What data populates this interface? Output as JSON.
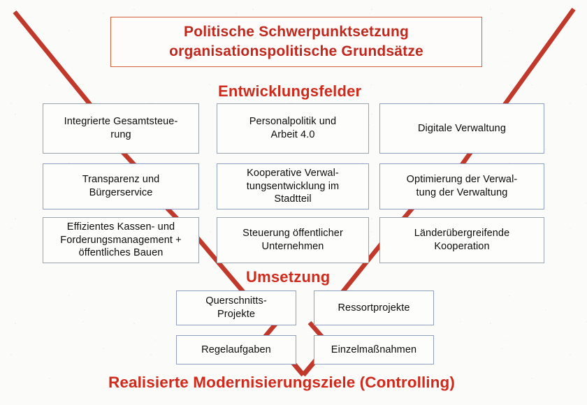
{
  "header": {
    "title_line1": "Politische Schwerpunktsetzung",
    "title_line2": "organisationspolitische Grundsätze"
  },
  "sections": {
    "entwicklungsfelder_label": "Entwicklungsfelder",
    "umsetzung_label": "Umsetzung"
  },
  "footer": {
    "label": "Realisierte Modernisierungsziele (Controlling)"
  },
  "colors": {
    "accent_red": "#cf2a1c",
    "line_red": "#c0392b",
    "title_border": "#d4603c",
    "box_border_gray": "#9aa3ac",
    "box_border_blue": "#8fa0c0",
    "text_black": "#0c0c0c",
    "page_background": "#fbfbf9"
  },
  "entwicklungsfelder": {
    "columns": [
      {
        "name": "left-column",
        "boxes": [
          {
            "text": "Integrierte Gesamtsteue-\nrung"
          },
          {
            "text": "Transparenz und\nBürgerservice"
          },
          {
            "text": "Effizientes Kassen- und\nForderungsmanagement +\nöffentliches Bauen"
          }
        ]
      },
      {
        "name": "middle-column",
        "boxes": [
          {
            "text": "Personalpolitik und\nArbeit 4.0"
          },
          {
            "text": "Kooperative Verwal-\ntungsentwicklung im\nStadtteil"
          },
          {
            "text": "Steuerung öffentlicher\nUnternehmen"
          }
        ]
      },
      {
        "name": "right-column",
        "boxes": [
          {
            "text": "Digitale Verwaltung"
          },
          {
            "text": "Optimierung der Verwal-\ntung der Verwaltung"
          },
          {
            "text": "Länderübergreifende\nKooperation"
          }
        ]
      }
    ]
  },
  "umsetzung": {
    "boxes": [
      {
        "text": "Querschnitts-\nProjekte"
      },
      {
        "text": "Ressortprojekte"
      },
      {
        "text": "Regelaufgaben"
      },
      {
        "text": "Einzelmaßnahmen"
      }
    ]
  }
}
